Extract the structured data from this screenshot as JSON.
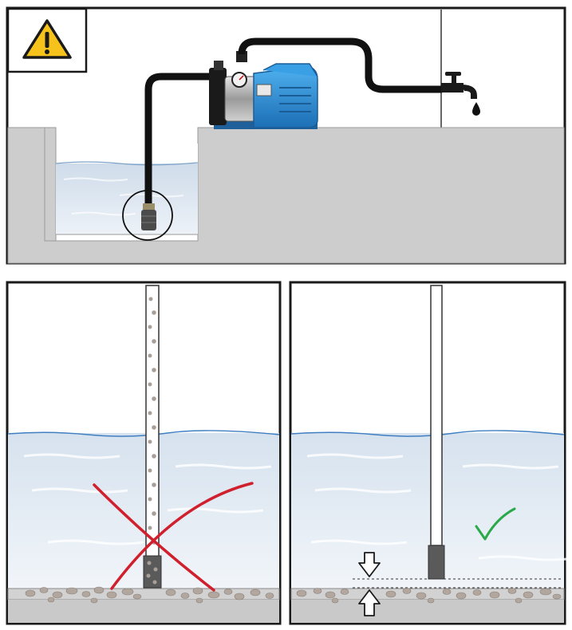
{
  "figure": {
    "panels": [
      {
        "id": "top",
        "content": "pump-installation-overview"
      },
      {
        "id": "bottom-left",
        "content": "incorrect-suction-position",
        "verdict_icon": "red-cross-icon"
      },
      {
        "id": "bottom-right",
        "content": "correct-suction-position",
        "verdict_icon": "green-checkmark-icon"
      }
    ],
    "icons": {
      "warning": "warning-triangle-icon",
      "tap": "water-tap-icon",
      "drop": "water-drop-icon",
      "arrow_down": "arrow-down-icon",
      "arrow_up": "arrow-up-icon"
    },
    "colors": {
      "frame": "#1a1a1a",
      "warning_fill": "#f6c21c",
      "water_top": "#d8e3ee",
      "water_bottom": "#eef3f8",
      "water_line": "#3f7fc1",
      "concrete": "#cfcfcf",
      "pump_body": "#2b8fd6",
      "pump_dark": "#1f5f9a",
      "hose": "#111111",
      "cross": "#d0202e",
      "check": "#2aa84a",
      "gravel": "#a89f98"
    }
  }
}
